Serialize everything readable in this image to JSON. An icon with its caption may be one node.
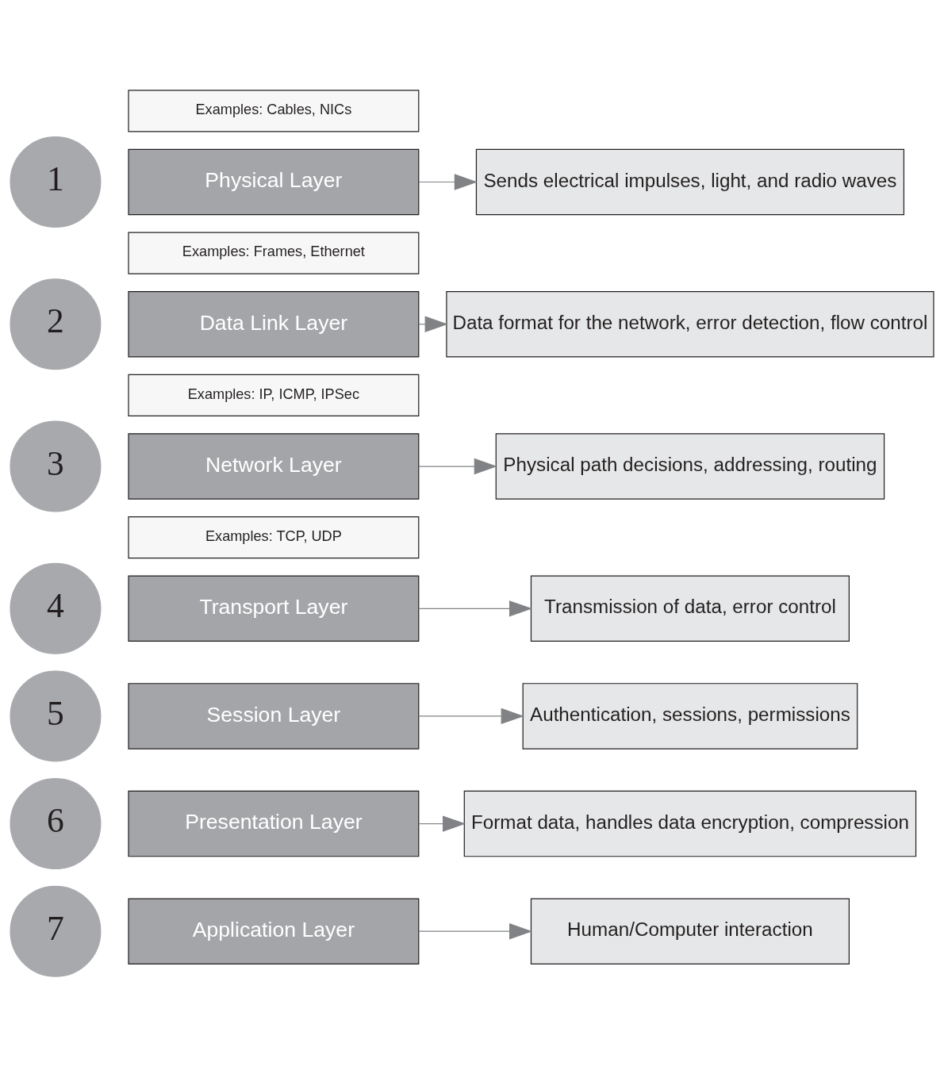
{
  "diagram": {
    "nodes": [
      {
        "text": [
          "7"
        ]
      },
      {
        "text": [
          "Application Layer"
        ]
      },
      {
        "text": [
          "Human/Computer interaction"
        ]
      },
      {
        "text": [
          "6"
        ]
      },
      {
        "text": [
          "Presentation Layer"
        ]
      },
      {
        "text": [
          "Format data, handles data encryption, compression"
        ]
      },
      {
        "text": [
          "5"
        ]
      },
      {
        "text": [
          "Session Layer"
        ]
      },
      {
        "text": [
          "Authentication, sessions, permissions"
        ]
      },
      {
        "text": [
          "4"
        ]
      },
      {
        "text": [
          "Transport Layer"
        ]
      },
      {
        "text": [
          "Transmission of data, error control"
        ]
      },
      {
        "text": [
          "Examples: TCP, UDP"
        ]
      },
      {
        "text": [
          "3"
        ]
      },
      {
        "text": [
          "Network Layer"
        ]
      },
      {
        "text": [
          "Physical path decisions, addressing, routing"
        ]
      },
      {
        "text": [
          "Examples: IP, ICMP, IPSec"
        ]
      },
      {
        "text": [
          "2"
        ]
      },
      {
        "text": [
          "Data Link Layer"
        ]
      },
      {
        "text": [
          "Data format for the network, error detection, flow control"
        ]
      },
      {
        "text": [
          "Examples: Frames, Ethernet"
        ]
      },
      {
        "text": [
          "1"
        ]
      },
      {
        "text": [
          "Physical Layer"
        ]
      },
      {
        "text": [
          "Sends electrical impulses, light, and radio waves"
        ]
      },
      {
        "text": [
          "Examples: Cables, NICs"
        ]
      }
    ],
    "edges": [
      {
        "from": 1,
        "to": 2,
        "arrow": "to"
      },
      {
        "from": 4,
        "to": 5,
        "arrow": "to"
      },
      {
        "from": 7,
        "to": 8,
        "arrow": "to"
      },
      {
        "from": 10,
        "to": 11,
        "arrow": "to"
      },
      {
        "from": 14,
        "to": 15,
        "arrow": "to"
      },
      {
        "from": 18,
        "to": 19,
        "arrow": "to"
      },
      {
        "from": 22,
        "to": 23,
        "arrow": "to"
      }
    ]
  }
}
